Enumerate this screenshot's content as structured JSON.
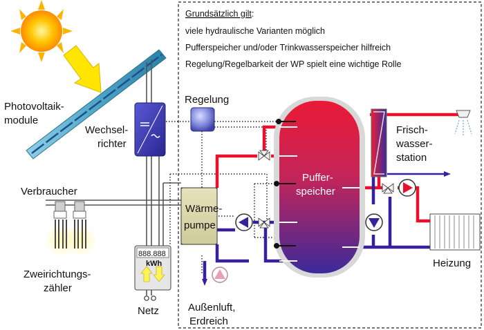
{
  "notes": {
    "heading": "Grundsätzlich gilt",
    "heading_colon": ":",
    "lines": [
      "viele hydraulische Varianten möglich",
      "Pufferspeicher und/oder Trinkwasserspeicher hilfreich",
      "Regelung/Regelbarkeit der WP spielt eine wichtige Rolle"
    ]
  },
  "labels": {
    "pv": [
      "Photovoltaik-",
      "module"
    ],
    "inverter": [
      "Wechsel-",
      "richter"
    ],
    "control": "Regelung",
    "consumer": "Verbraucher",
    "heatpump": [
      "Wärme-",
      "pumpe"
    ],
    "meter": [
      "Zweirichtungs-",
      "zähler"
    ],
    "grid": "Netz",
    "source": [
      "Außenluft,",
      "Erdreich"
    ],
    "buffer": [
      "Puffer-",
      "speicher"
    ],
    "freshwater": [
      "Frisch-",
      "wasser-",
      "station"
    ],
    "heating": "Heizung"
  },
  "meter_display": {
    "reading": "888.888",
    "unit": "kWh"
  },
  "colors": {
    "hot_pipe": "#e8102a",
    "cold_pipe": "#3a1f9a",
    "tank_top": "#e81f3a",
    "tank_bottom": "#3b2a9a",
    "heatpump_fill": "#ddd9ad",
    "inverter_fill": "#3a36b8",
    "panel": "#4fa6c8",
    "sun": "#ffb300",
    "arrow": "#ffe500"
  }
}
